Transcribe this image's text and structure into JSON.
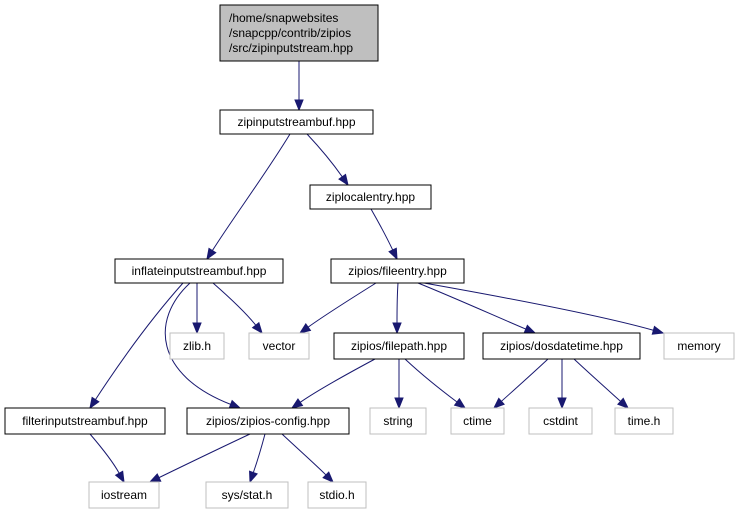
{
  "diagram": {
    "nodes": [
      {
        "id": "root",
        "kind": "root",
        "lines": [
          "/home/snapwebsites",
          "/snapcpp/contrib/zipios",
          "/src/zipinputstream.hpp"
        ]
      },
      {
        "id": "zipinputstreambuf",
        "kind": "local",
        "lines": [
          "zipinputstreambuf.hpp"
        ]
      },
      {
        "id": "ziplocalentry",
        "kind": "local",
        "lines": [
          "ziplocalentry.hpp"
        ]
      },
      {
        "id": "inflateinputstreambuf",
        "kind": "local",
        "lines": [
          "inflateinputstreambuf.hpp"
        ]
      },
      {
        "id": "fileentry",
        "kind": "local",
        "lines": [
          "zipios/fileentry.hpp"
        ]
      },
      {
        "id": "zlib",
        "kind": "external",
        "lines": [
          "zlib.h"
        ]
      },
      {
        "id": "vector",
        "kind": "external",
        "lines": [
          "vector"
        ]
      },
      {
        "id": "filepath",
        "kind": "local",
        "lines": [
          "zipios/filepath.hpp"
        ]
      },
      {
        "id": "dosdatetime",
        "kind": "local",
        "lines": [
          "zipios/dosdatetime.hpp"
        ]
      },
      {
        "id": "memory",
        "kind": "external",
        "lines": [
          "memory"
        ]
      },
      {
        "id": "filterinputstreambuf",
        "kind": "local",
        "lines": [
          "filterinputstreambuf.hpp"
        ]
      },
      {
        "id": "zipiosconfig",
        "kind": "local",
        "lines": [
          "zipios/zipios-config.hpp"
        ]
      },
      {
        "id": "string",
        "kind": "external",
        "lines": [
          "string"
        ]
      },
      {
        "id": "ctime",
        "kind": "external",
        "lines": [
          "ctime"
        ]
      },
      {
        "id": "cstdint",
        "kind": "external",
        "lines": [
          "cstdint"
        ]
      },
      {
        "id": "timeh",
        "kind": "external",
        "lines": [
          "time.h"
        ]
      },
      {
        "id": "iostream",
        "kind": "external",
        "lines": [
          "iostream"
        ]
      },
      {
        "id": "sysstat",
        "kind": "external",
        "lines": [
          "sys/stat.h"
        ]
      },
      {
        "id": "stdio",
        "kind": "external",
        "lines": [
          "stdio.h"
        ]
      }
    ],
    "edges": [
      {
        "from": "root",
        "to": "zipinputstreambuf"
      },
      {
        "from": "zipinputstreambuf",
        "to": "ziplocalentry"
      },
      {
        "from": "zipinputstreambuf",
        "to": "inflateinputstreambuf"
      },
      {
        "from": "ziplocalentry",
        "to": "fileentry"
      },
      {
        "from": "inflateinputstreambuf",
        "to": "zlib"
      },
      {
        "from": "inflateinputstreambuf",
        "to": "vector"
      },
      {
        "from": "inflateinputstreambuf",
        "to": "filterinputstreambuf"
      },
      {
        "from": "inflateinputstreambuf",
        "to": "zipiosconfig"
      },
      {
        "from": "fileentry",
        "to": "vector"
      },
      {
        "from": "fileentry",
        "to": "filepath"
      },
      {
        "from": "fileentry",
        "to": "dosdatetime"
      },
      {
        "from": "fileentry",
        "to": "memory"
      },
      {
        "from": "filepath",
        "to": "zipiosconfig"
      },
      {
        "from": "filepath",
        "to": "string"
      },
      {
        "from": "filepath",
        "to": "ctime"
      },
      {
        "from": "dosdatetime",
        "to": "ctime"
      },
      {
        "from": "dosdatetime",
        "to": "cstdint"
      },
      {
        "from": "dosdatetime",
        "to": "timeh"
      },
      {
        "from": "filterinputstreambuf",
        "to": "iostream"
      },
      {
        "from": "zipiosconfig",
        "to": "iostream"
      },
      {
        "from": "zipiosconfig",
        "to": "sysstat"
      },
      {
        "from": "zipiosconfig",
        "to": "stdio"
      }
    ]
  }
}
